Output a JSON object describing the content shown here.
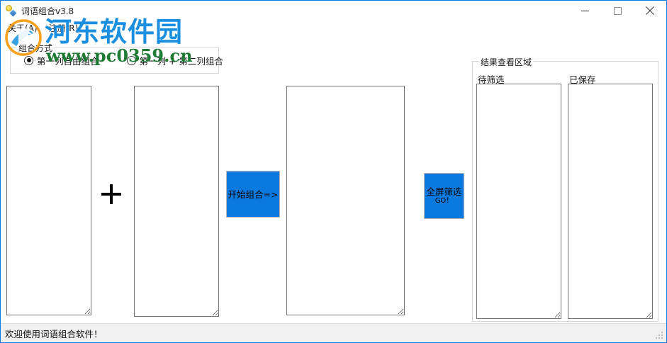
{
  "window": {
    "title": "词语组合v3.8",
    "icon": "lightbulb-icon",
    "minimize_label": "—",
    "maximize_label": "▢",
    "close_label": "✕"
  },
  "menu": {
    "items": [
      {
        "label": "关于(A)",
        "name": "menu-about"
      },
      {
        "label": "注册(R)",
        "name": "menu-register"
      }
    ]
  },
  "watermark": {
    "site_name": "河东软件园",
    "url": "www.pc0359.cn"
  },
  "mode_group": {
    "legend": "组合方式",
    "options": [
      {
        "label": "第一列自由组合",
        "checked": true
      },
      {
        "label": "第一列 + 第二列组合",
        "checked": false
      }
    ]
  },
  "columns": {
    "col1_value": "",
    "col1_placeholder": "",
    "col2_value": "",
    "col2_placeholder": "",
    "col3_value": "",
    "col3_placeholder": "",
    "operator": "+"
  },
  "buttons": {
    "combine": "开始组合=>",
    "screen_main": "全屏筛选",
    "screen_sub": "GO！"
  },
  "result_group": {
    "legend": "结果查看区域",
    "pending_label": "待筛选",
    "pending_value": "",
    "saved_label": "已保存",
    "saved_value": ""
  },
  "statusbar": {
    "text": "欢迎使用词语组合软件！"
  },
  "colors": {
    "accent_blue": "#0a7ae0",
    "window_border": "#0a7ae0",
    "watermark_blue": "#1a8fe0",
    "watermark_green": "#1f7a34",
    "statusbar_bg": "#f0f0f0",
    "textbox_border": "#6e7378",
    "groupbox_border": "#d6d6d6"
  }
}
